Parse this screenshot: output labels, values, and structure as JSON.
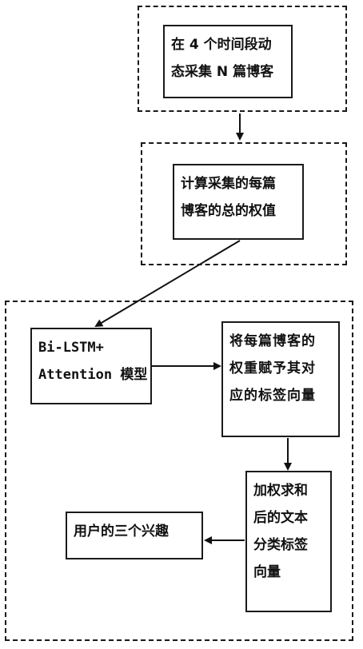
{
  "nodes": {
    "collect": {
      "lines": [
        "在 4 个时间段动",
        "态采集 N 篇博客"
      ]
    },
    "weight": {
      "lines": [
        "计算采集的每篇",
        "博客的总的权值"
      ]
    },
    "model": {
      "lines": [
        "Bi-LSTM+",
        "Attention 模型"
      ]
    },
    "assign": {
      "lines": [
        "将每篇博客的",
        "权重赋予其对",
        "应的标签向量"
      ]
    },
    "weighted_sum": {
      "lines": [
        "加权求和",
        "后的文本",
        "分类标签",
        "向量"
      ]
    },
    "interests": {
      "lines": [
        "用户的三个兴趣"
      ]
    }
  }
}
